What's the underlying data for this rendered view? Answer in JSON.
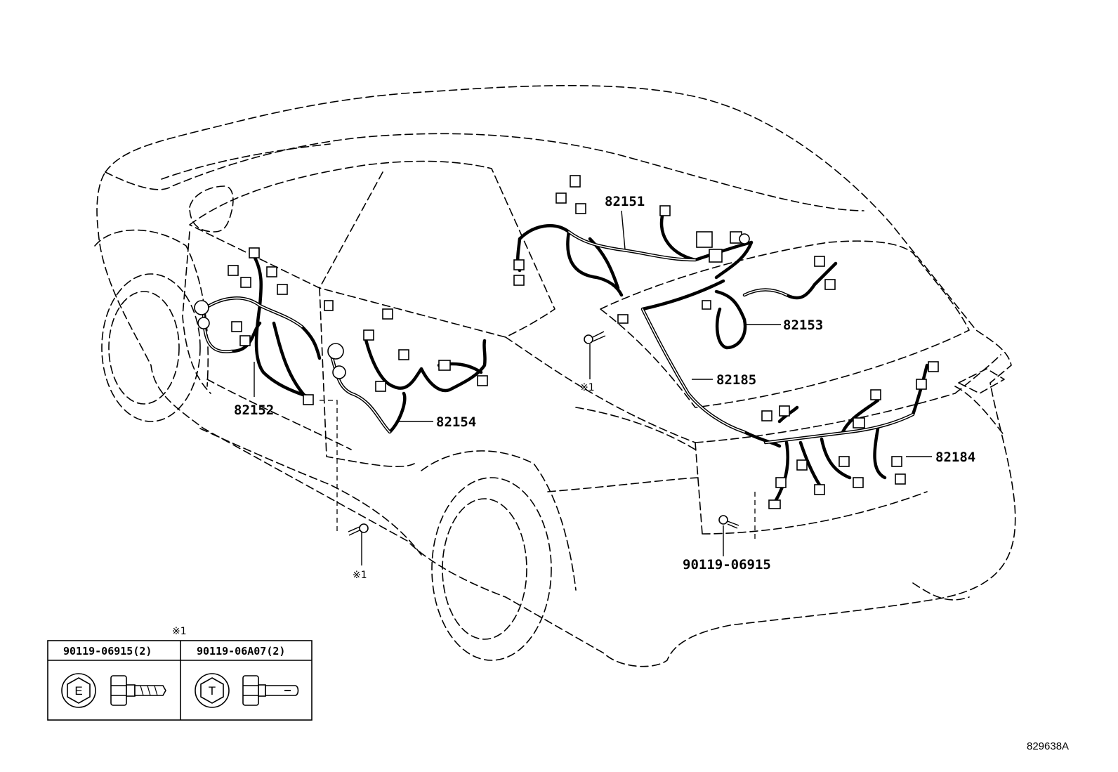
{
  "callouts": {
    "harness_82151": "82151",
    "harness_82152": "82152",
    "harness_82153": "82153",
    "harness_82154": "82154",
    "harness_82184": "82184",
    "harness_82185": "82185",
    "bolt_rear": "90119-06915"
  },
  "marks": {
    "note_mark_roof": "※1",
    "note_mark_floor": "※1",
    "legend_mark": "※1"
  },
  "legend": {
    "columns": [
      {
        "part_no": "90119-06915(2)",
        "head_letter": "E"
      },
      {
        "part_no": "90119-06A07(2)",
        "head_letter": "T"
      }
    ]
  },
  "figure_id": "829638A"
}
